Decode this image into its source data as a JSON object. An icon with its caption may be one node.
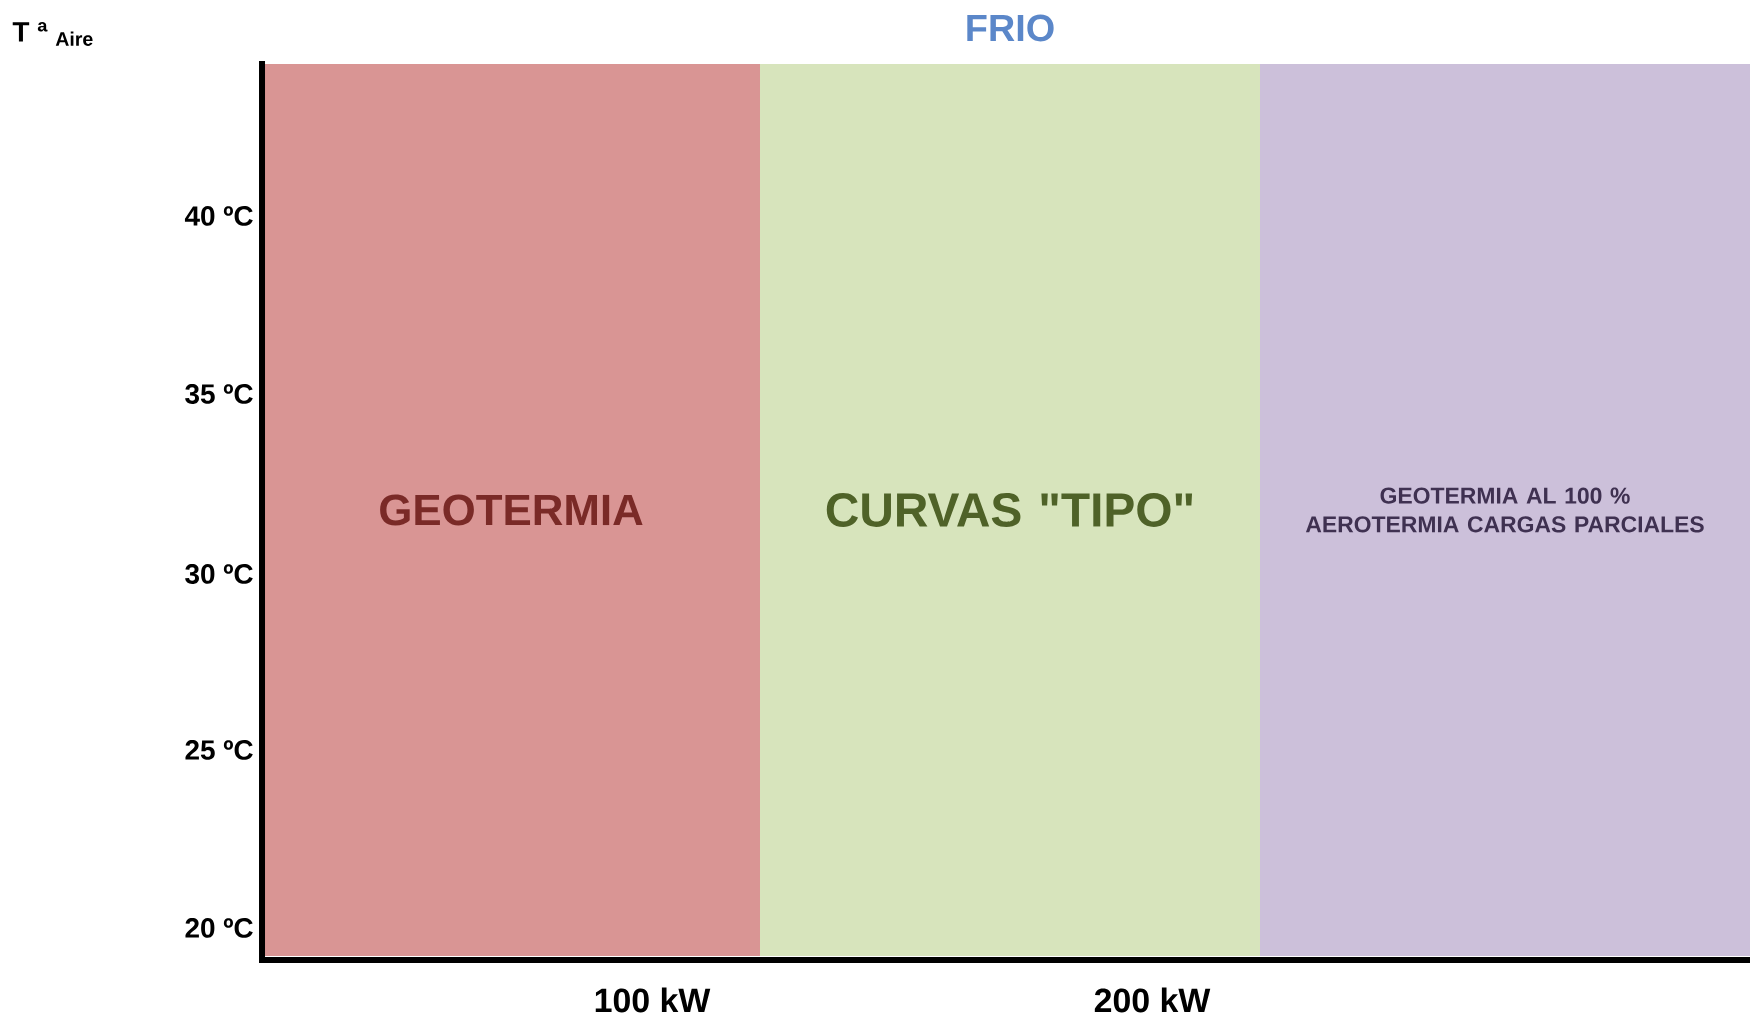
{
  "diagram": {
    "title": "FRIO",
    "nodes": [
      {
        "text": [
          "GEOTERMIA"
        ]
      },
      {
        "text": [
          "CURVAS \"TIPO\""
        ]
      },
      {
        "text": [
          "GEOTERMIA AL 100 % AEROTERMIA CARGAS PARCIALES"
        ]
      }
    ],
    "edges": [],
    "labels": [
      "T ª $_{Aire}$",
      "40 ºC",
      "35 ºC",
      "30 ºC",
      "25 ºC",
      "20 ºC",
      "100 kW",
      "200 kW"
    ]
  }
}
